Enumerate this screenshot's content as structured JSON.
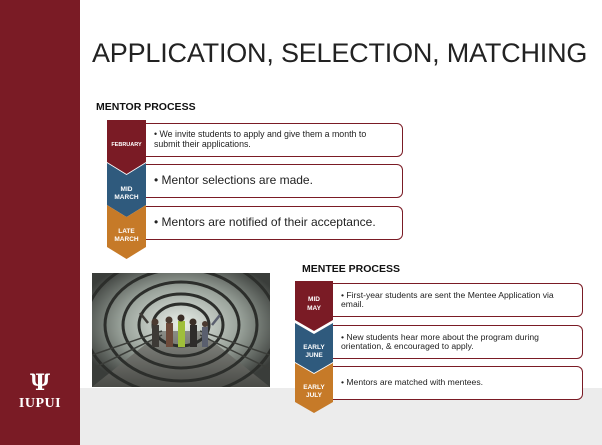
{
  "title": "APPLICATION, SELECTION, MATCHING",
  "logo": {
    "mark": "Ψ",
    "text": "IUPUI"
  },
  "colors": {
    "crimson": "#7a1b25",
    "blue": "#2f5a7d",
    "orange": "#c67a28"
  },
  "mentor": {
    "heading": "MENTOR PROCESS",
    "steps": [
      {
        "label_lines": [
          "FEBRUARY"
        ],
        "color": "crimson",
        "text": "• We invite students to apply and give them a month to submit their applications."
      },
      {
        "label_lines": [
          "MID",
          "MARCH"
        ],
        "color": "blue",
        "text": "• Mentor selections are made."
      },
      {
        "label_lines": [
          "LATE",
          "MARCH"
        ],
        "color": "orange",
        "text": "• Mentors are notified of their acceptance."
      }
    ]
  },
  "mentee": {
    "heading": "MENTEE PROCESS",
    "steps": [
      {
        "label_lines": [
          "MID",
          "MAY"
        ],
        "color": "crimson",
        "text": "• First-year students are sent the Mentee Application via email."
      },
      {
        "label_lines": [
          "EARLY",
          "JUNE"
        ],
        "color": "blue",
        "text": "• New students hear more about the program during orientation, & encouraged to apply."
      },
      {
        "label_lines": [
          "EARLY",
          "JULY"
        ],
        "color": "orange",
        "text": "• Mentors are matched with mentees."
      }
    ]
  }
}
